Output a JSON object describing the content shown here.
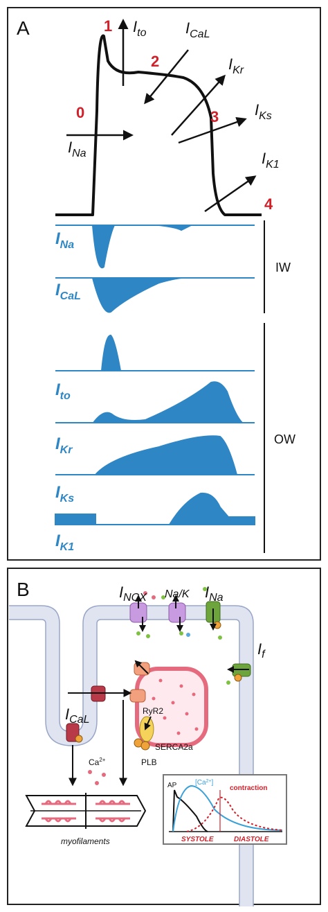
{
  "panelA": {
    "letter": "A",
    "phases": [
      "0",
      "1",
      "2",
      "3",
      "4"
    ],
    "arrow_labels": {
      "ina": {
        "main": "I",
        "sub": "Na"
      },
      "ito": {
        "main": "I",
        "sub": "to"
      },
      "ical": {
        "main": "I",
        "sub": "CaL"
      },
      "ikr": {
        "main": "I",
        "sub": "Kr"
      },
      "iks": {
        "main": "I",
        "sub": "Ks"
      },
      "ik1": {
        "main": "I",
        "sub": "K1"
      }
    },
    "trace_labels": [
      {
        "main": "I",
        "sub": "Na"
      },
      {
        "main": "I",
        "sub": "CaL"
      },
      {
        "main": "I",
        "sub": "to"
      },
      {
        "main": "I",
        "sub": "Kr"
      },
      {
        "main": "I",
        "sub": "Ks"
      },
      {
        "main": "I",
        "sub": "K1"
      }
    ],
    "groups": {
      "inward": "IW",
      "outward": "OW"
    }
  },
  "panelB": {
    "letter": "B",
    "labels": {
      "incx": {
        "main": "I",
        "sub": "NCX"
      },
      "nak": "Na/K",
      "ina": {
        "main": "I",
        "sub": "Na"
      },
      "if": {
        "main": "I",
        "sub": "f"
      },
      "ical": {
        "main": "I",
        "sub": "CaL"
      },
      "ryr2": "RyR2",
      "serca": "SERCA2a",
      "plb": "PLB",
      "ca": "Ca",
      "ca_sup": "2+",
      "myo": "myofilaments"
    },
    "inset": {
      "ap": "AP",
      "ca": "[Ca",
      "ca_sup": "2+",
      "ca_close": "]",
      "contraction": "contraction",
      "systole": "SYSTOLE",
      "diastole": "DIASTOLE"
    }
  },
  "colors": {
    "accent_red": "#d0202a",
    "trace_blue": "#2f86c4",
    "membrane": "#9aa6c8",
    "sr_pink": "#e66a7e"
  }
}
